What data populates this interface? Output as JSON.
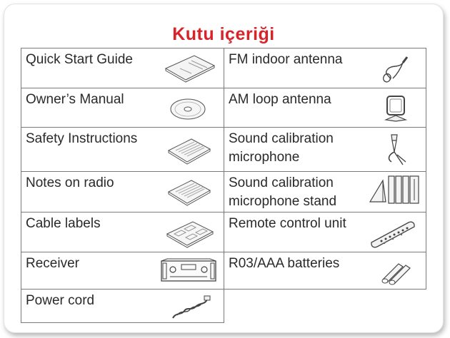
{
  "title": "Kutu içeriği",
  "rows": [
    {
      "left": {
        "label": "Quick Start Guide",
        "icon": "booklet-icon"
      },
      "right": {
        "label": "FM indoor antenna",
        "icon": "fm-antenna-icon"
      }
    },
    {
      "left": {
        "label": "Owner’s Manual",
        "icon": "cd-rom-icon"
      },
      "right": {
        "label": "AM loop antenna",
        "icon": "am-loop-antenna-icon"
      }
    },
    {
      "left": {
        "label": "Safety Instructions",
        "icon": "document-icon"
      },
      "right": {
        "label": "Sound calibration microphone",
        "icon": "microphone-icon"
      }
    },
    {
      "left": {
        "label": "Notes on radio",
        "icon": "document-icon"
      },
      "right": {
        "label": "Sound calibration microphone stand",
        "icon": "microphone-stand-icon"
      }
    },
    {
      "left": {
        "label": "Cable labels",
        "icon": "label-sheet-icon"
      },
      "right": {
        "label": "Remote control unit",
        "icon": "remote-control-icon"
      }
    },
    {
      "left": {
        "label": "Receiver",
        "icon": "receiver-icon"
      },
      "right": {
        "label": "R03/AAA batteries",
        "icon": "batteries-icon"
      }
    },
    {
      "left": {
        "label": "Power cord",
        "icon": "power-cord-icon"
      },
      "right": null
    }
  ]
}
